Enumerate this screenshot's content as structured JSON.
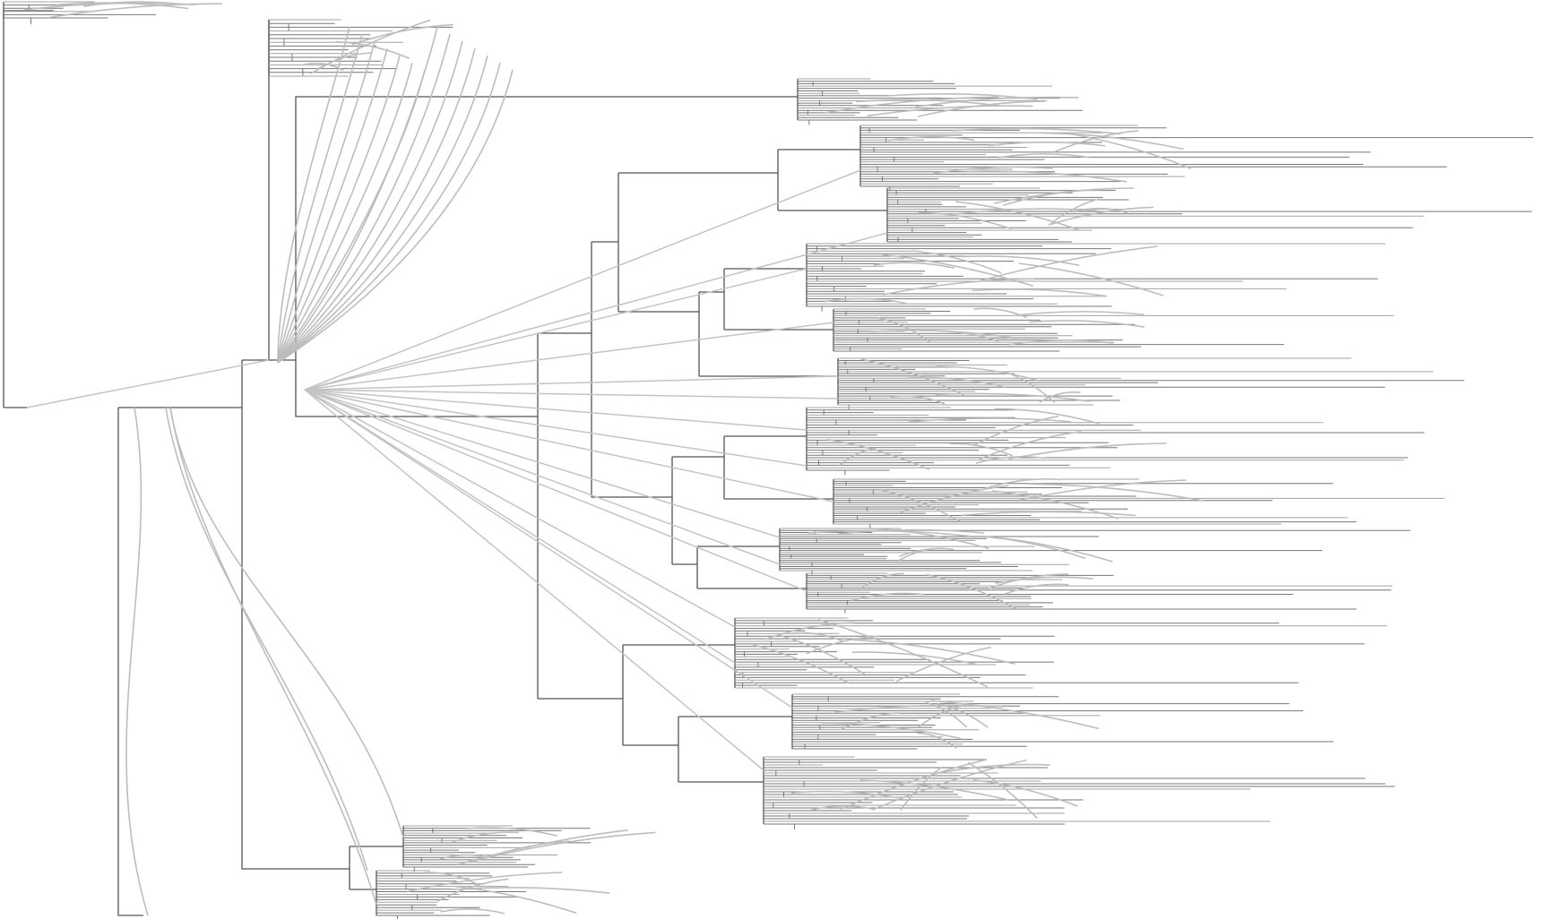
{
  "figure": {
    "kind": "phylogenetic-tree-with-reticulations",
    "labels_visible": false,
    "colors": {
      "background": "#ffffff",
      "tree_branch": "#555555",
      "reticulation_edge": "#bdbdbd",
      "leaf_edge": "#777777"
    },
    "clades": [
      {
        "id": "outgroup-top-left"
      },
      {
        "id": "inner-root-fan"
      },
      {
        "id": "top-clade-a"
      },
      {
        "id": "clade-b1"
      },
      {
        "id": "clade-b2"
      },
      {
        "id": "clade-c1"
      },
      {
        "id": "clade-c2"
      },
      {
        "id": "clade-c3"
      },
      {
        "id": "clade-d1"
      },
      {
        "id": "clade-d2"
      },
      {
        "id": "clade-e1"
      },
      {
        "id": "clade-e2"
      },
      {
        "id": "clade-f1"
      },
      {
        "id": "clade-f2"
      },
      {
        "id": "clade-f3"
      },
      {
        "id": "bottom-clade-1"
      },
      {
        "id": "bottom-clade-2"
      }
    ]
  }
}
